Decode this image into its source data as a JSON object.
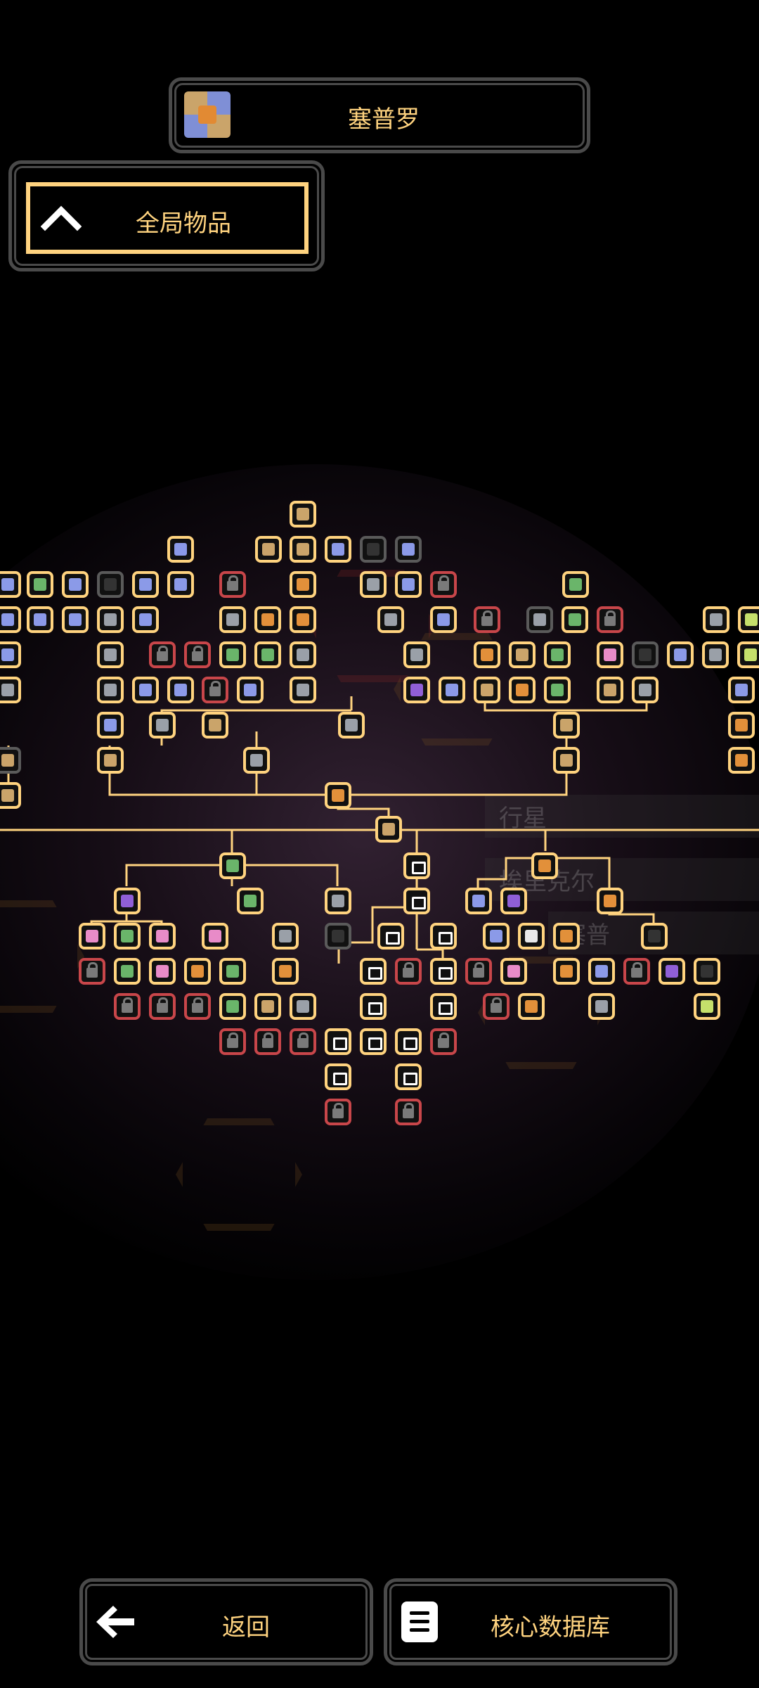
{
  "header": {
    "planet_name": "塞普罗",
    "planet_icon": "serpulo-core-icon"
  },
  "filter": {
    "label": "全局物品",
    "icon": "chevron-up-icon"
  },
  "background_labels": [
    "行星",
    "埃里克尔",
    "塞普"
  ],
  "footer": {
    "back_label": "返回",
    "back_icon": "arrow-left-icon",
    "database_label": "核心数据库",
    "database_icon": "database-icon"
  },
  "colors": {
    "accent": "#ffd37f",
    "locked": "#c8464a",
    "frame": "#4a4a4a",
    "background": "#000000"
  }
}
